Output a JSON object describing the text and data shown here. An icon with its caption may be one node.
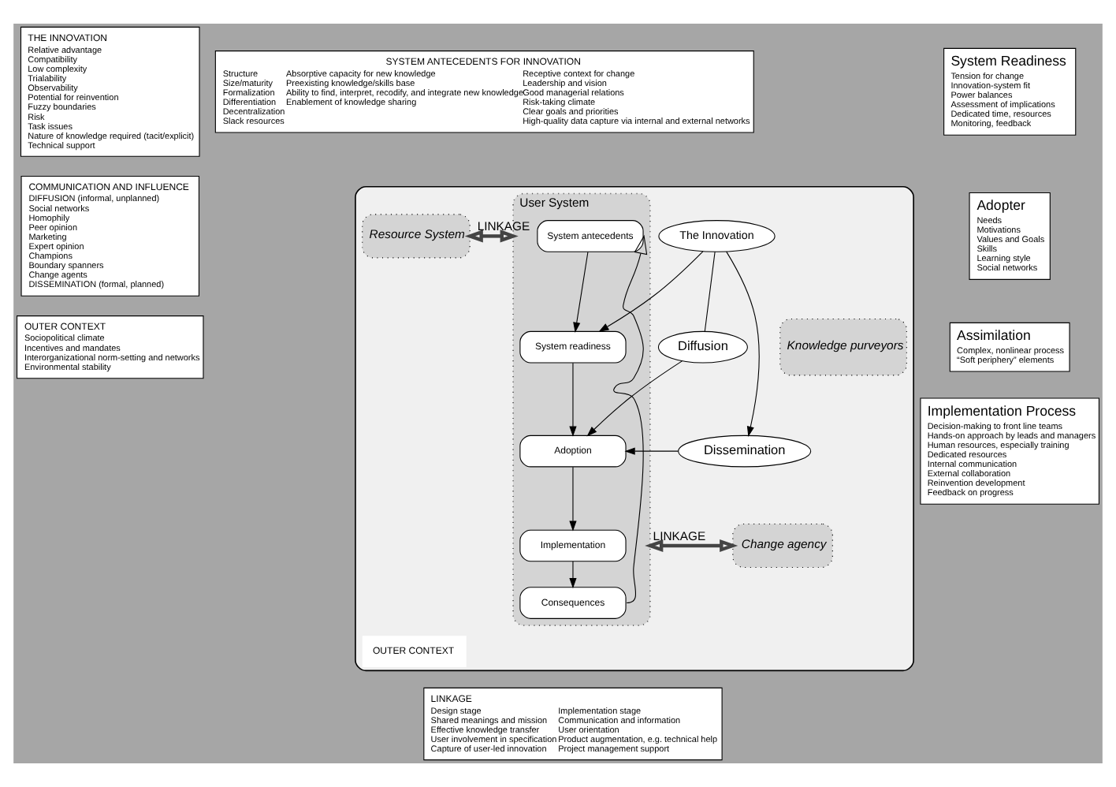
{
  "diagram": {
    "nodes": [
      {
        "text": [
          "THE INNOVATION",
          "Relative advantage",
          "Compatibility",
          "Low complexity",
          "Trialability",
          "Observability",
          "Potential for reinvention",
          "Fuzzy boundaries",
          "Risk",
          "Task issues",
          "Nature of knowledge required (tacit/explicit)",
          "Technical support"
        ]
      },
      {
        "text": [
          "COMMUNICATION AND INFLUENCE",
          "DIFFUSION (informal, unplanned)",
          "Social networks",
          "Homophily",
          "Peer opinion",
          "Marketing",
          "Expert opinion",
          "Champions",
          "Boundary spanners",
          "Change agents",
          "DISSEMINATION (formal, planned)"
        ]
      },
      {
        "text": [
          "OUTER CONTEXT",
          "Sociopolitical climate",
          "Incentives and mandates",
          "Interorganizational norm-setting and networks",
          "Environmental stability"
        ]
      },
      {
        "text": [
          "SYSTEM ANTECEDENTS FOR INNOVATION",
          "Structure",
          "Size/maturity",
          "Formalization",
          "Differentiation",
          "Decentralization",
          "Slack resources",
          "Absorptive capacity for new knowledge",
          "Preexisting knowledge/skills base",
          "Ability to find, interpret, recodify, and integrate new knowledge",
          "Enablement of knowledge sharing",
          "Receptive context for change",
          "Leadership and vision",
          "Good managerial relations",
          "Risk-taking climate",
          "Clear goals and priorities",
          "High-quality data capture via internal and external networks"
        ]
      },
      {
        "text": [
          "System Readiness",
          "Tension for change",
          "Innovation-system fit",
          "Power balances",
          "Assessment of implications",
          "Dedicated time, resources",
          "Monitoring, feedback"
        ]
      },
      {
        "text": [
          "Adopter",
          "Needs",
          "Motivations",
          "Values and Goals",
          "Skills",
          "Learning style",
          "Social networks"
        ]
      },
      {
        "text": [
          "Assimilation",
          "Complex, nonlinear process",
          "“Soft periphery” elements"
        ]
      },
      {
        "text": [
          "Implementation Process",
          "Decision-making to front line teams",
          "Hands-on approach by leads and managers",
          "Human resources, especially training",
          "Dedicated resources",
          "Internal communication",
          "External collaboration",
          "Reinvention development",
          "Feedback on progress"
        ]
      },
      {
        "text": [
          "LINKAGE",
          "Design stage",
          "Shared meanings and mission",
          "Effective knowledge transfer",
          "User involvement in specification",
          "Capture of user-led innovation",
          "Implementation stage",
          "Communication and information",
          "User orientation",
          "Product augmentation, e.g. technical help",
          "Project management support"
        ]
      },
      {
        "text": [
          "OUTER CONTEXT"
        ]
      },
      {
        "text": [
          "Resource System"
        ],
        "in": 9
      },
      {
        "text": [
          "Knowledge purveyors"
        ],
        "in": 9
      },
      {
        "text": [
          "Change agency"
        ],
        "in": 9
      },
      {
        "text": [
          "User System"
        ],
        "in": 9
      },
      {
        "text": [
          "System antecedents"
        ],
        "in": 13
      },
      {
        "text": [
          "System readiness"
        ],
        "in": 13
      },
      {
        "text": [
          "Adoption"
        ],
        "in": 13
      },
      {
        "text": [
          "Implementation"
        ],
        "in": 13
      },
      {
        "text": [
          "Consequences"
        ],
        "in": 13
      },
      {
        "text": [
          "The Innovation"
        ],
        "in": 9
      },
      {
        "text": [
          "Diffusion"
        ],
        "in": 9
      },
      {
        "text": [
          "Dissemination"
        ],
        "in": 9
      }
    ],
    "edges": [
      {
        "from": 10,
        "to": 13,
        "arrow": "both",
        "label": "LINKAGE",
        "style": "thick"
      },
      {
        "from": 12,
        "to": 13,
        "arrow": "both",
        "label": "LINKAGE",
        "style": "thick"
      },
      {
        "from": 19,
        "to": 15,
        "arrow": "to"
      },
      {
        "from": 19,
        "to": 21,
        "arrow": "to"
      },
      {
        "from": 19,
        "to": 20,
        "arrow": "none"
      },
      {
        "from": 20,
        "to": 16,
        "arrow": "to"
      },
      {
        "from": 21,
        "to": 16,
        "arrow": "to"
      },
      {
        "from": 14,
        "to": 15,
        "arrow": "to"
      },
      {
        "from": 15,
        "to": 16,
        "arrow": "to"
      },
      {
        "from": 16,
        "to": 17,
        "arrow": "to"
      },
      {
        "from": 17,
        "to": 18,
        "arrow": "to"
      },
      {
        "from": 18,
        "to": 14,
        "arrow": "to"
      }
    ]
  }
}
